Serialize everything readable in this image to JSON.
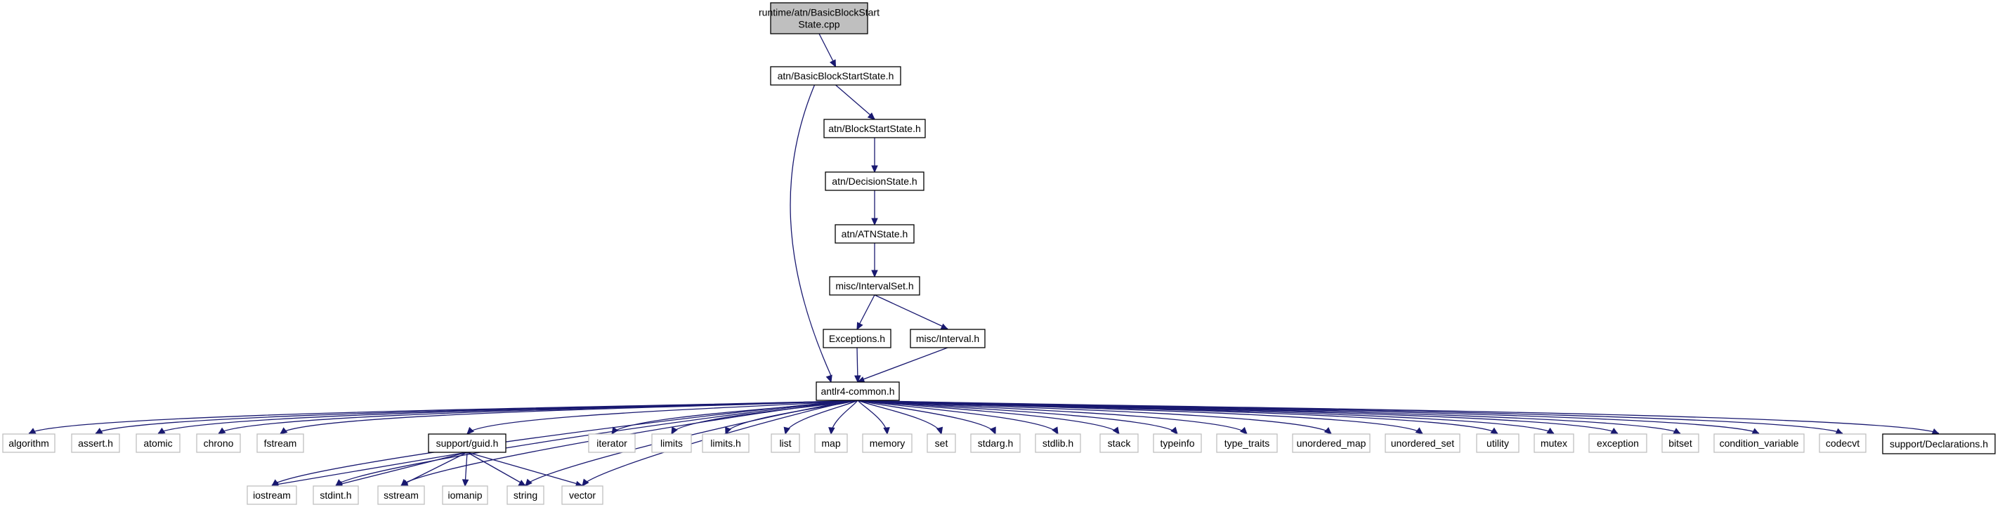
{
  "colors": {
    "edge": "#191970",
    "root_fill": "#bfbfbf",
    "node_border_documented": "#000000",
    "node_border_external": "#bfbfbf",
    "node_fill": "#ffffff",
    "text": "#000000"
  },
  "diagram": {
    "type": "include-dependency-graph",
    "nodes": [
      {
        "id": "root",
        "label": "runtime/atn/BasicBlockStart\nState.cpp",
        "kind": "root"
      },
      {
        "id": "bbss_h",
        "label": "atn/BasicBlockStartState.h",
        "kind": "documented"
      },
      {
        "id": "bss_h",
        "label": "atn/BlockStartState.h",
        "kind": "documented"
      },
      {
        "id": "ds_h",
        "label": "atn/DecisionState.h",
        "kind": "documented"
      },
      {
        "id": "atns_h",
        "label": "atn/ATNState.h",
        "kind": "documented"
      },
      {
        "id": "is_h",
        "label": "misc/IntervalSet.h",
        "kind": "documented"
      },
      {
        "id": "exc_h",
        "label": "Exceptions.h",
        "kind": "documented"
      },
      {
        "id": "int_h",
        "label": "misc/Interval.h",
        "kind": "documented"
      },
      {
        "id": "common_h",
        "label": "antlr4-common.h",
        "kind": "documented"
      },
      {
        "id": "algorithm",
        "label": "algorithm",
        "kind": "external"
      },
      {
        "id": "assert_h",
        "label": "assert.h",
        "kind": "external"
      },
      {
        "id": "atomic",
        "label": "atomic",
        "kind": "external"
      },
      {
        "id": "chrono",
        "label": "chrono",
        "kind": "external"
      },
      {
        "id": "fstream",
        "label": "fstream",
        "kind": "external"
      },
      {
        "id": "guid_h",
        "label": "support/guid.h",
        "kind": "documented"
      },
      {
        "id": "iterator",
        "label": "iterator",
        "kind": "external"
      },
      {
        "id": "limits",
        "label": "limits",
        "kind": "external"
      },
      {
        "id": "limits_h",
        "label": "limits.h",
        "kind": "external"
      },
      {
        "id": "list",
        "label": "list",
        "kind": "external"
      },
      {
        "id": "map",
        "label": "map",
        "kind": "external"
      },
      {
        "id": "memory",
        "label": "memory",
        "kind": "external"
      },
      {
        "id": "set",
        "label": "set",
        "kind": "external"
      },
      {
        "id": "stdarg_h",
        "label": "stdarg.h",
        "kind": "external"
      },
      {
        "id": "stdlib_h",
        "label": "stdlib.h",
        "kind": "external"
      },
      {
        "id": "stack",
        "label": "stack",
        "kind": "external"
      },
      {
        "id": "typeinfo",
        "label": "typeinfo",
        "kind": "external"
      },
      {
        "id": "type_traits",
        "label": "type_traits",
        "kind": "external"
      },
      {
        "id": "unordered_map",
        "label": "unordered_map",
        "kind": "external"
      },
      {
        "id": "unordered_set",
        "label": "unordered_set",
        "kind": "external"
      },
      {
        "id": "utility",
        "label": "utility",
        "kind": "external"
      },
      {
        "id": "mutex",
        "label": "mutex",
        "kind": "external"
      },
      {
        "id": "exception",
        "label": "exception",
        "kind": "external"
      },
      {
        "id": "bitset",
        "label": "bitset",
        "kind": "external"
      },
      {
        "id": "condition_variable",
        "label": "condition_variable",
        "kind": "external"
      },
      {
        "id": "codecvt",
        "label": "codecvt",
        "kind": "external"
      },
      {
        "id": "decl_h",
        "label": "support/Declarations.h",
        "kind": "documented-thick"
      },
      {
        "id": "iostream",
        "label": "iostream",
        "kind": "external"
      },
      {
        "id": "stdint_h",
        "label": "stdint.h",
        "kind": "external"
      },
      {
        "id": "sstream",
        "label": "sstream",
        "kind": "external"
      },
      {
        "id": "iomanip",
        "label": "iomanip",
        "kind": "external"
      },
      {
        "id": "string",
        "label": "string",
        "kind": "external"
      },
      {
        "id": "vector",
        "label": "vector",
        "kind": "external"
      }
    ],
    "edges": [
      [
        "root",
        "bbss_h"
      ],
      [
        "bbss_h",
        "bss_h"
      ],
      [
        "bbss_h",
        "common_h"
      ],
      [
        "bss_h",
        "ds_h"
      ],
      [
        "ds_h",
        "atns_h"
      ],
      [
        "atns_h",
        "is_h"
      ],
      [
        "is_h",
        "exc_h"
      ],
      [
        "is_h",
        "int_h"
      ],
      [
        "exc_h",
        "common_h"
      ],
      [
        "int_h",
        "common_h"
      ],
      [
        "common_h",
        "algorithm"
      ],
      [
        "common_h",
        "assert_h"
      ],
      [
        "common_h",
        "atomic"
      ],
      [
        "common_h",
        "chrono"
      ],
      [
        "common_h",
        "fstream"
      ],
      [
        "common_h",
        "guid_h"
      ],
      [
        "common_h",
        "iterator"
      ],
      [
        "common_h",
        "limits"
      ],
      [
        "common_h",
        "limits_h"
      ],
      [
        "common_h",
        "list"
      ],
      [
        "common_h",
        "map"
      ],
      [
        "common_h",
        "memory"
      ],
      [
        "common_h",
        "set"
      ],
      [
        "common_h",
        "stdarg_h"
      ],
      [
        "common_h",
        "stdlib_h"
      ],
      [
        "common_h",
        "stack"
      ],
      [
        "common_h",
        "typeinfo"
      ],
      [
        "common_h",
        "type_traits"
      ],
      [
        "common_h",
        "unordered_map"
      ],
      [
        "common_h",
        "unordered_set"
      ],
      [
        "common_h",
        "utility"
      ],
      [
        "common_h",
        "mutex"
      ],
      [
        "common_h",
        "exception"
      ],
      [
        "common_h",
        "bitset"
      ],
      [
        "common_h",
        "condition_variable"
      ],
      [
        "common_h",
        "codecvt"
      ],
      [
        "common_h",
        "decl_h"
      ],
      [
        "common_h",
        "iostream"
      ],
      [
        "common_h",
        "stdint_h"
      ],
      [
        "common_h",
        "sstream"
      ],
      [
        "common_h",
        "string"
      ],
      [
        "common_h",
        "vector"
      ],
      [
        "guid_h",
        "iostream"
      ],
      [
        "guid_h",
        "stdint_h"
      ],
      [
        "guid_h",
        "sstream"
      ],
      [
        "guid_h",
        "iomanip"
      ],
      [
        "guid_h",
        "string"
      ],
      [
        "guid_h",
        "vector"
      ]
    ]
  }
}
